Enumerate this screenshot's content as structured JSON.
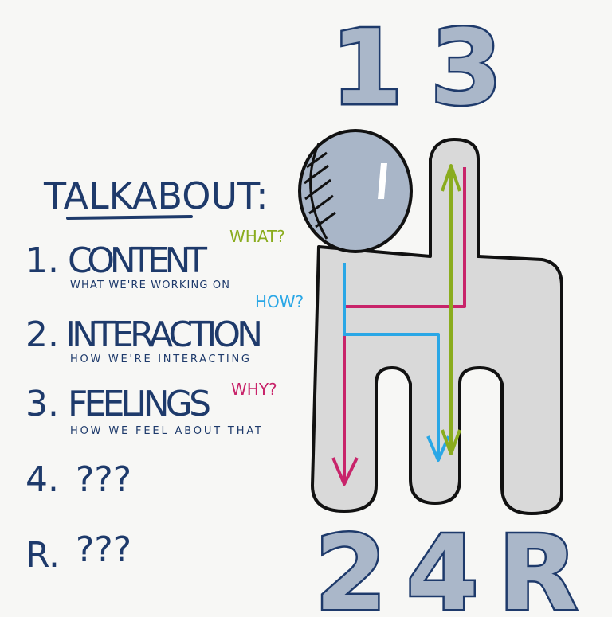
{
  "title": "TALKABOUT:",
  "items": [
    {
      "number": "1.",
      "label": "CONTENT",
      "sub": "WHAT WE'RE WORKING ON"
    },
    {
      "number": "2.",
      "label": "INTERACTION",
      "sub": "HOW WE'RE INTERACTING"
    },
    {
      "number": "3.",
      "label": "FEELINGS",
      "sub": "HOW WE FEEL ABOUT THAT"
    },
    {
      "number": "4.",
      "label": "???"
    },
    {
      "number": "R.",
      "label": "???"
    }
  ],
  "annotations": {
    "what": "WHAT?",
    "how": "HOW?",
    "why": "WHY?"
  },
  "gears": {
    "top": [
      "1",
      "3"
    ],
    "bottom": [
      "2",
      "4",
      "R"
    ]
  },
  "colors": {
    "ink": "#1e3a6b",
    "what": "#8aac1e",
    "how": "#2aa7e6",
    "why": "#c8246a",
    "body": "#d9d9d9",
    "knob": "#a9b6c8"
  }
}
